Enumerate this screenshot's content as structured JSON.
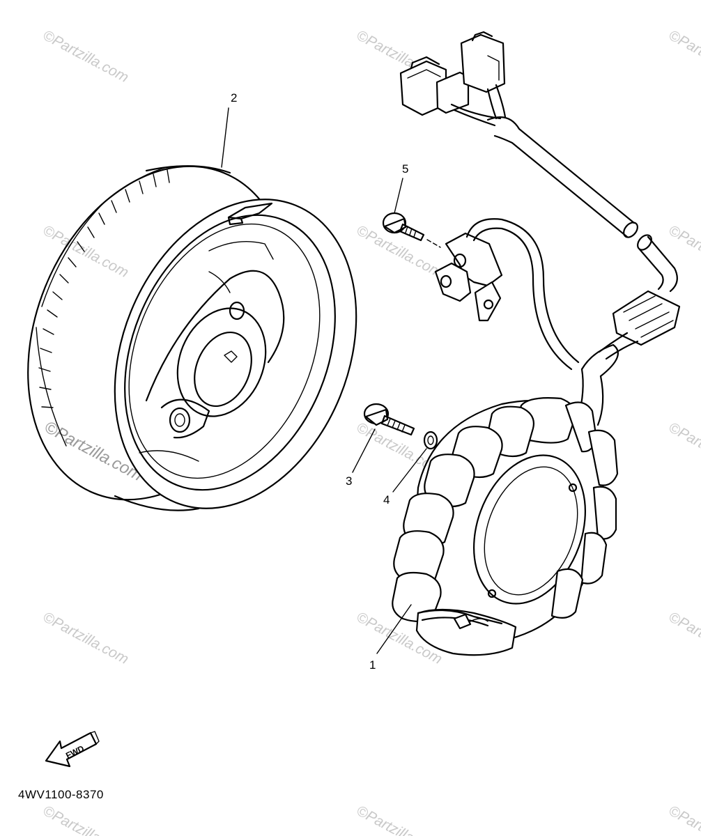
{
  "watermark": {
    "text": "©Partzilla.com"
  },
  "callouts": [
    {
      "id": "part-1",
      "label": "1"
    },
    {
      "id": "part-2",
      "label": "2"
    },
    {
      "id": "part-3",
      "label": "3"
    },
    {
      "id": "part-4",
      "label": "4"
    },
    {
      "id": "part-5",
      "label": "5"
    }
  ],
  "direction_marker": {
    "label": "FWD"
  },
  "diagram_code": "4WV1100-8370"
}
